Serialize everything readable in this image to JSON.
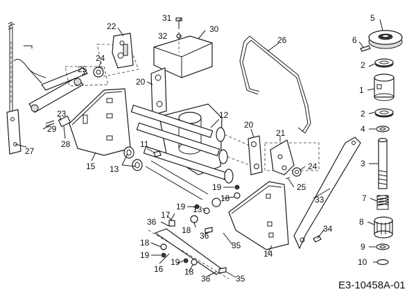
{
  "document_id": "E3-10458A-01",
  "callouts": [
    {
      "id": "c31",
      "text": "31"
    },
    {
      "id": "c32",
      "text": "32"
    },
    {
      "id": "c30",
      "text": "30"
    },
    {
      "id": "c22",
      "text": "22"
    },
    {
      "id": "c24a",
      "text": "24"
    },
    {
      "id": "c25a",
      "text": "25"
    },
    {
      "id": "c20a",
      "text": "20"
    },
    {
      "id": "c26",
      "text": "26"
    },
    {
      "id": "c5",
      "text": "5"
    },
    {
      "id": "c6",
      "text": "6"
    },
    {
      "id": "c2a",
      "text": "2"
    },
    {
      "id": "c1",
      "text": "1"
    },
    {
      "id": "c2b",
      "text": "2"
    },
    {
      "id": "c4",
      "text": "4"
    },
    {
      "id": "c3",
      "text": "3"
    },
    {
      "id": "c7",
      "text": "7"
    },
    {
      "id": "c8",
      "text": "8"
    },
    {
      "id": "c9",
      "text": "9"
    },
    {
      "id": "c10",
      "text": "10"
    },
    {
      "id": "c23",
      "text": "23"
    },
    {
      "id": "c29",
      "text": "29"
    },
    {
      "id": "c28",
      "text": "28"
    },
    {
      "id": "c27",
      "text": "27"
    },
    {
      "id": "c15",
      "text": "15"
    },
    {
      "id": "c12",
      "text": "12"
    },
    {
      "id": "c11",
      "text": "11"
    },
    {
      "id": "c13a",
      "text": "13"
    },
    {
      "id": "c20b",
      "text": "20"
    },
    {
      "id": "c21",
      "text": "21"
    },
    {
      "id": "c24b",
      "text": "24"
    },
    {
      "id": "c25b",
      "text": "25"
    },
    {
      "id": "c19a",
      "text": "19"
    },
    {
      "id": "c18a",
      "text": "18"
    },
    {
      "id": "c19b",
      "text": "19"
    },
    {
      "id": "c13b",
      "text": "13"
    },
    {
      "id": "c33",
      "text": "33"
    },
    {
      "id": "c17",
      "text": "17"
    },
    {
      "id": "c36a",
      "text": "36"
    },
    {
      "id": "c18b",
      "text": "18"
    },
    {
      "id": "c34",
      "text": "34"
    },
    {
      "id": "c36b",
      "text": "36"
    },
    {
      "id": "c35a",
      "text": "35"
    },
    {
      "id": "c14",
      "text": "14"
    },
    {
      "id": "c18c",
      "text": "18"
    },
    {
      "id": "c19c",
      "text": "19"
    },
    {
      "id": "c16",
      "text": "16"
    },
    {
      "id": "c19d",
      "text": "19"
    },
    {
      "id": "c18d",
      "text": "18"
    },
    {
      "id": "c36c",
      "text": "36"
    },
    {
      "id": "c35b",
      "text": "35"
    }
  ]
}
